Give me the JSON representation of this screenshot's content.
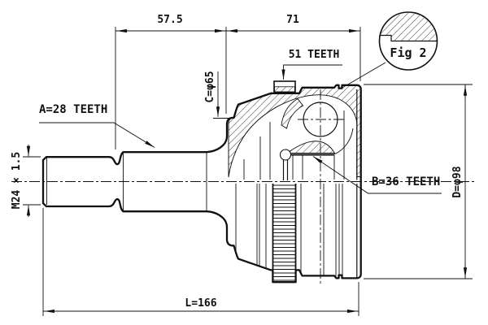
{
  "drawing": {
    "title_figure": "Fig 2",
    "dimensions": {
      "top_left_length": "57.5",
      "top_right_length": "71",
      "overall_length": "L=166",
      "thread_spec": "M24 × 1.5",
      "diameter_c": "C=φ65",
      "diameter_d": "D=φ98",
      "spline_a": "A=28 TEETH",
      "spline_b": "B=36 TEETH",
      "abs_ring_teeth": "51 TEETH"
    },
    "colors": {
      "line": "#111111",
      "background": "#ffffff"
    }
  }
}
